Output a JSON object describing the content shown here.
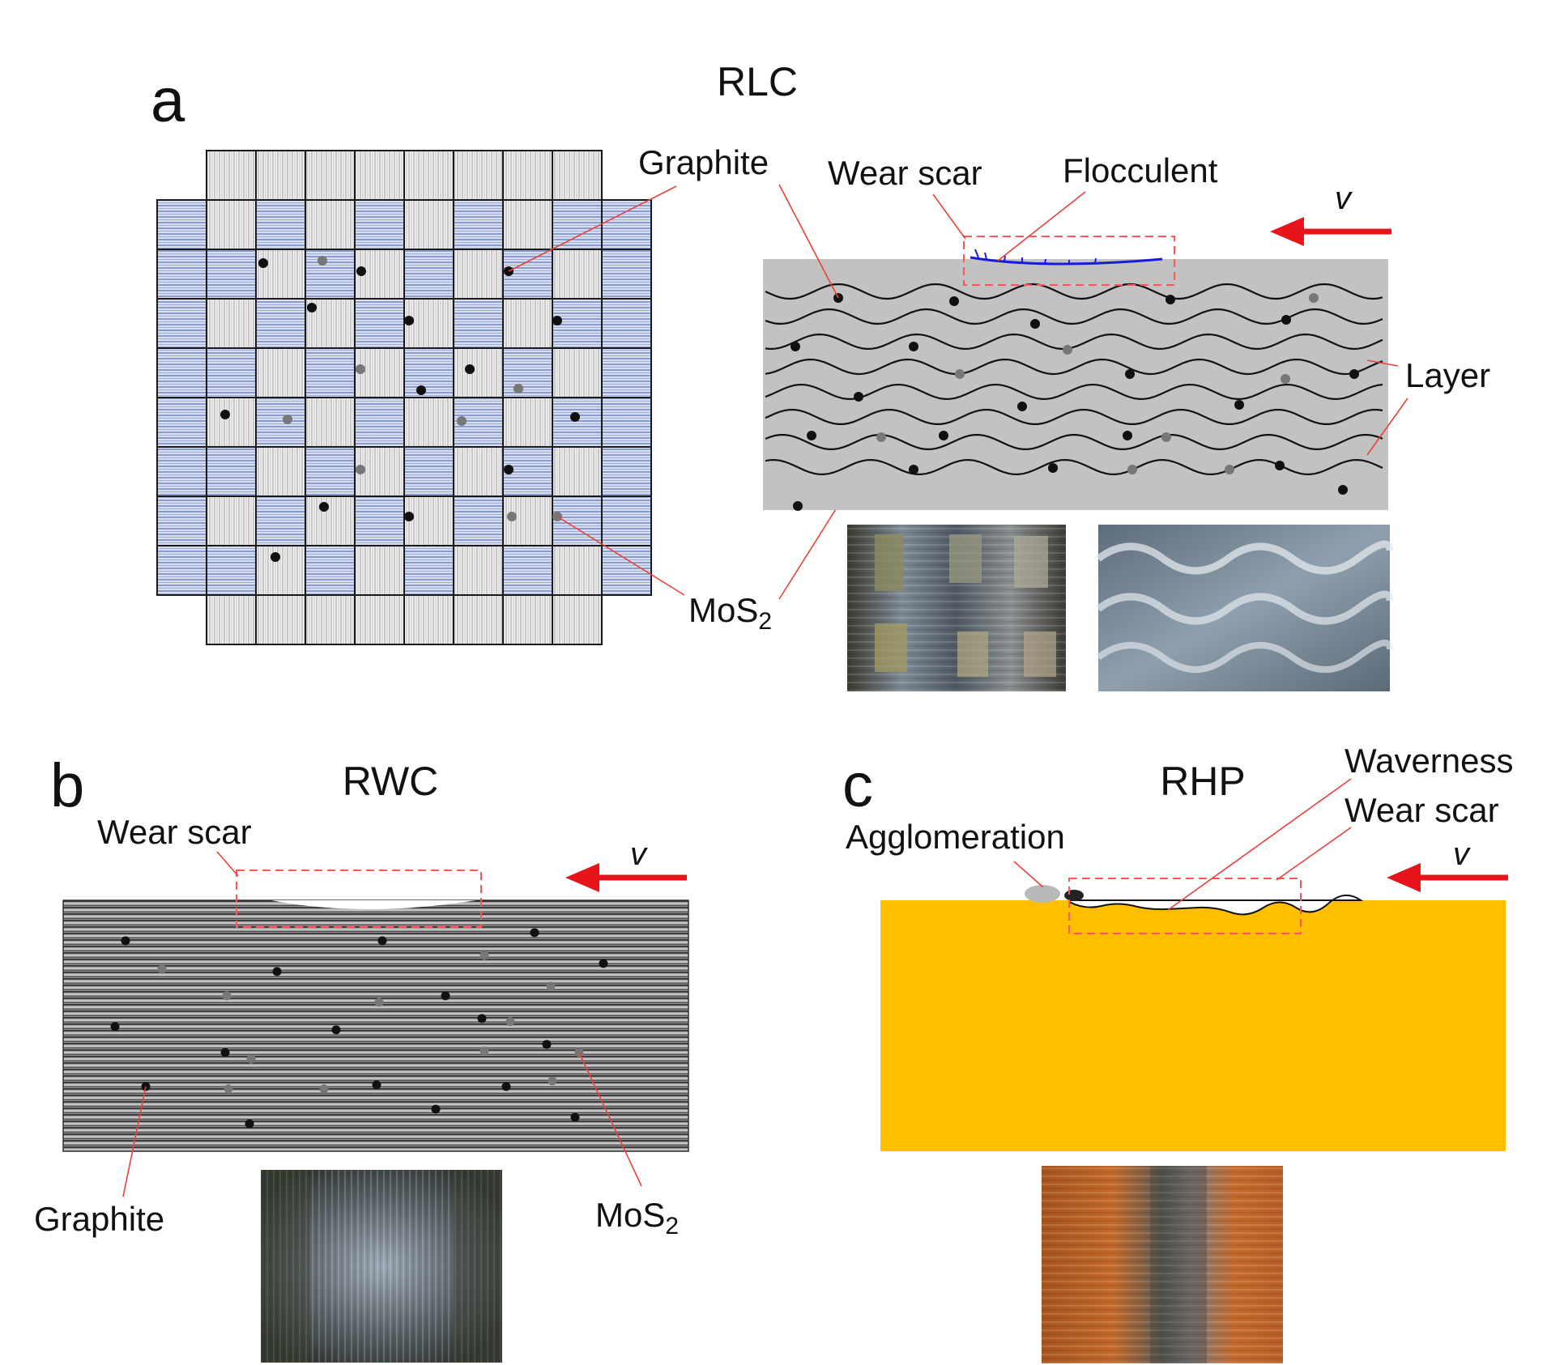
{
  "panel_a": {
    "letter": "a",
    "title": "RLC",
    "labels": {
      "graphite": "Graphite",
      "wear_scar": "Wear scar",
      "flocculent": "Flocculent",
      "velocity": "v",
      "layer": "Layer",
      "mos2_base": "MoS",
      "mos2_sub": "2"
    }
  },
  "panel_b": {
    "letter": "b",
    "title": "RWC",
    "labels": {
      "wear_scar": "Wear scar",
      "velocity": "v",
      "graphite": "Graphite",
      "mos2_base": "MoS",
      "mos2_sub": "2"
    }
  },
  "panel_c": {
    "letter": "c",
    "title": "RHP",
    "labels": {
      "waverness": "Waverness",
      "wear_scar": "Wear scar",
      "agglomeration": "Agglomeration",
      "velocity": "v"
    }
  },
  "colors": {
    "blue_fiber": "#d5dcf0",
    "blue_line": "#5c72b8",
    "gray_block": "#c2c2c2",
    "arrow_red": "#e8141b",
    "dashed_box": "#ff5555",
    "leader_red": "#e8413a",
    "rhp_fill": "#ffbe00",
    "wear_blue": "#1a1adc"
  }
}
